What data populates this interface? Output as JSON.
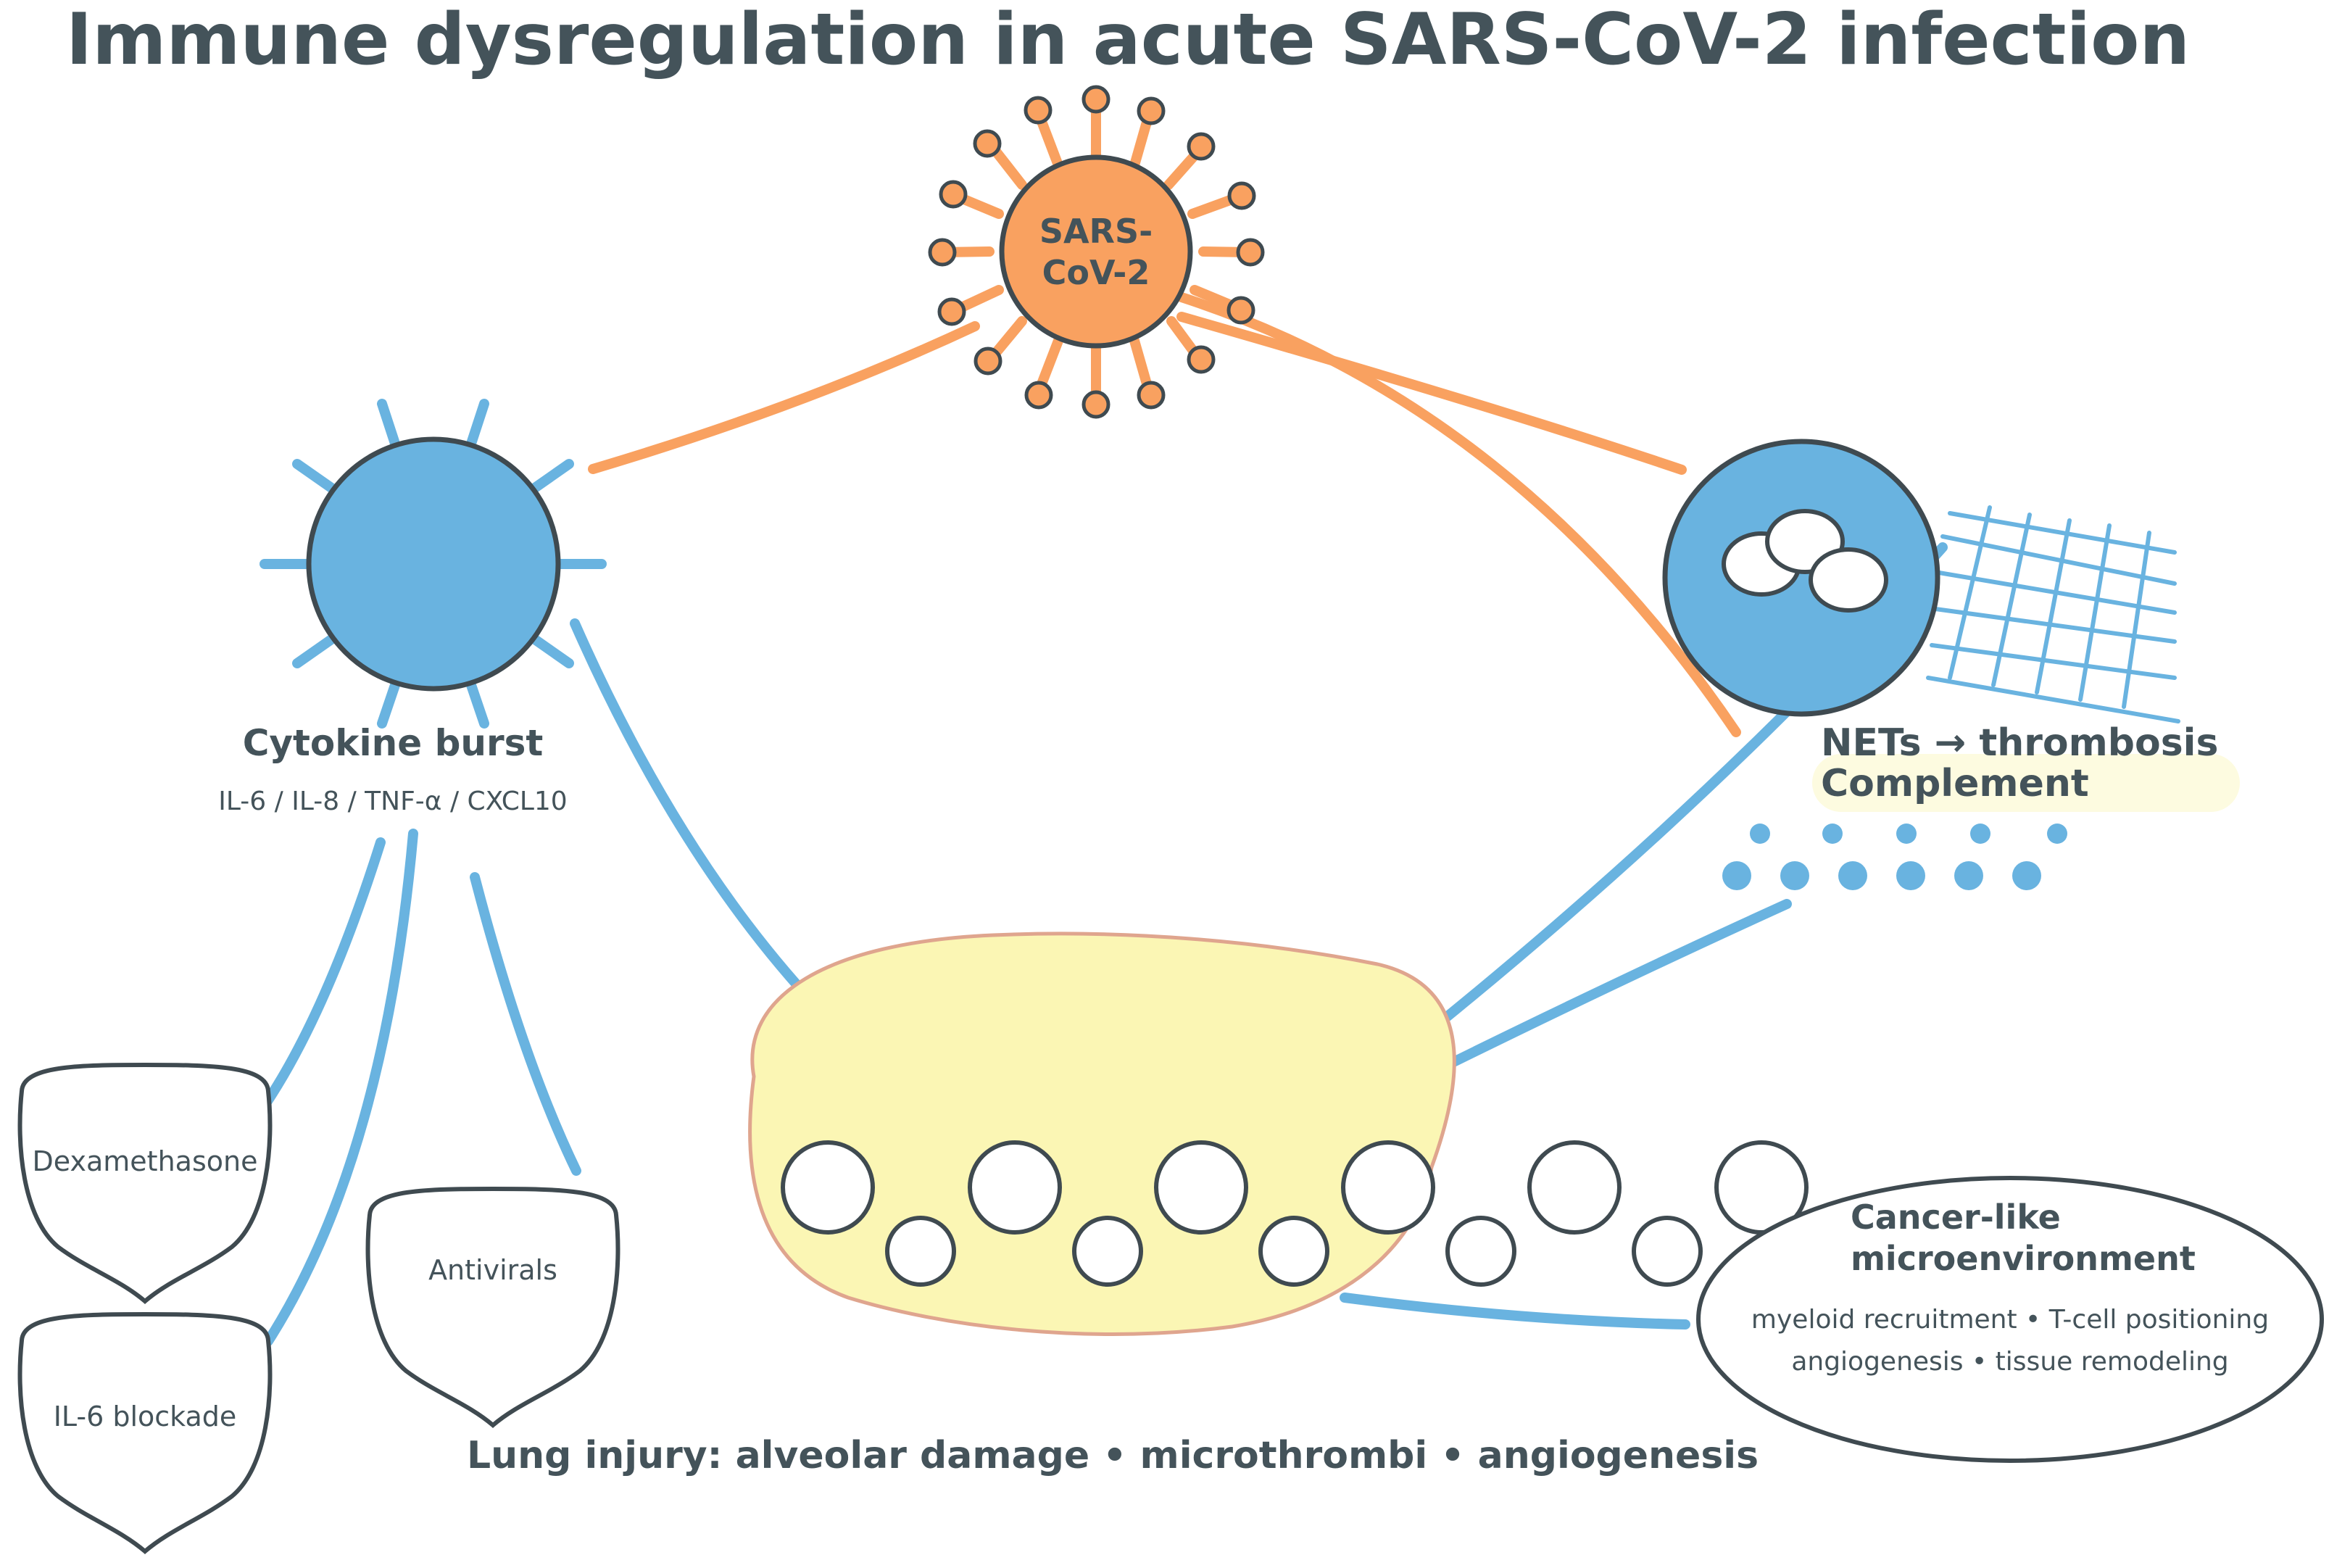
{
  "title": "Immune dysregulation in acute SARS-CoV-2 infection",
  "virus": {
    "label_line1": "SARS-",
    "label_line2": "CoV-2"
  },
  "cytokine": {
    "title": "Cytokine burst",
    "subtitle": "IL-6 / IL-8 / TNF-α / CXCL10"
  },
  "nets": {
    "line1": "NETs → thrombosis",
    "line2": "Complement"
  },
  "treatments": {
    "dexamethasone": "Dexamethasone",
    "il6": "IL-6 blockade",
    "antivirals": "Antivirals"
  },
  "cancer": {
    "title_line1": "Cancer-like",
    "title_line2": "microenvironment",
    "detail_line1": "myeloid recruitment • T-cell positioning",
    "detail_line2": "angiogenesis • tissue remodeling"
  },
  "lung": {
    "caption": "Lung injury: alveolar damage • microthrombi • angiogenesis"
  },
  "colors": {
    "virus": "#f9a160",
    "immune": "#69b3e0",
    "lung_fill": "#fbf6b4",
    "lung_border": "#dfa58e",
    "outline": "#3f4a50",
    "text": "#44535a"
  }
}
